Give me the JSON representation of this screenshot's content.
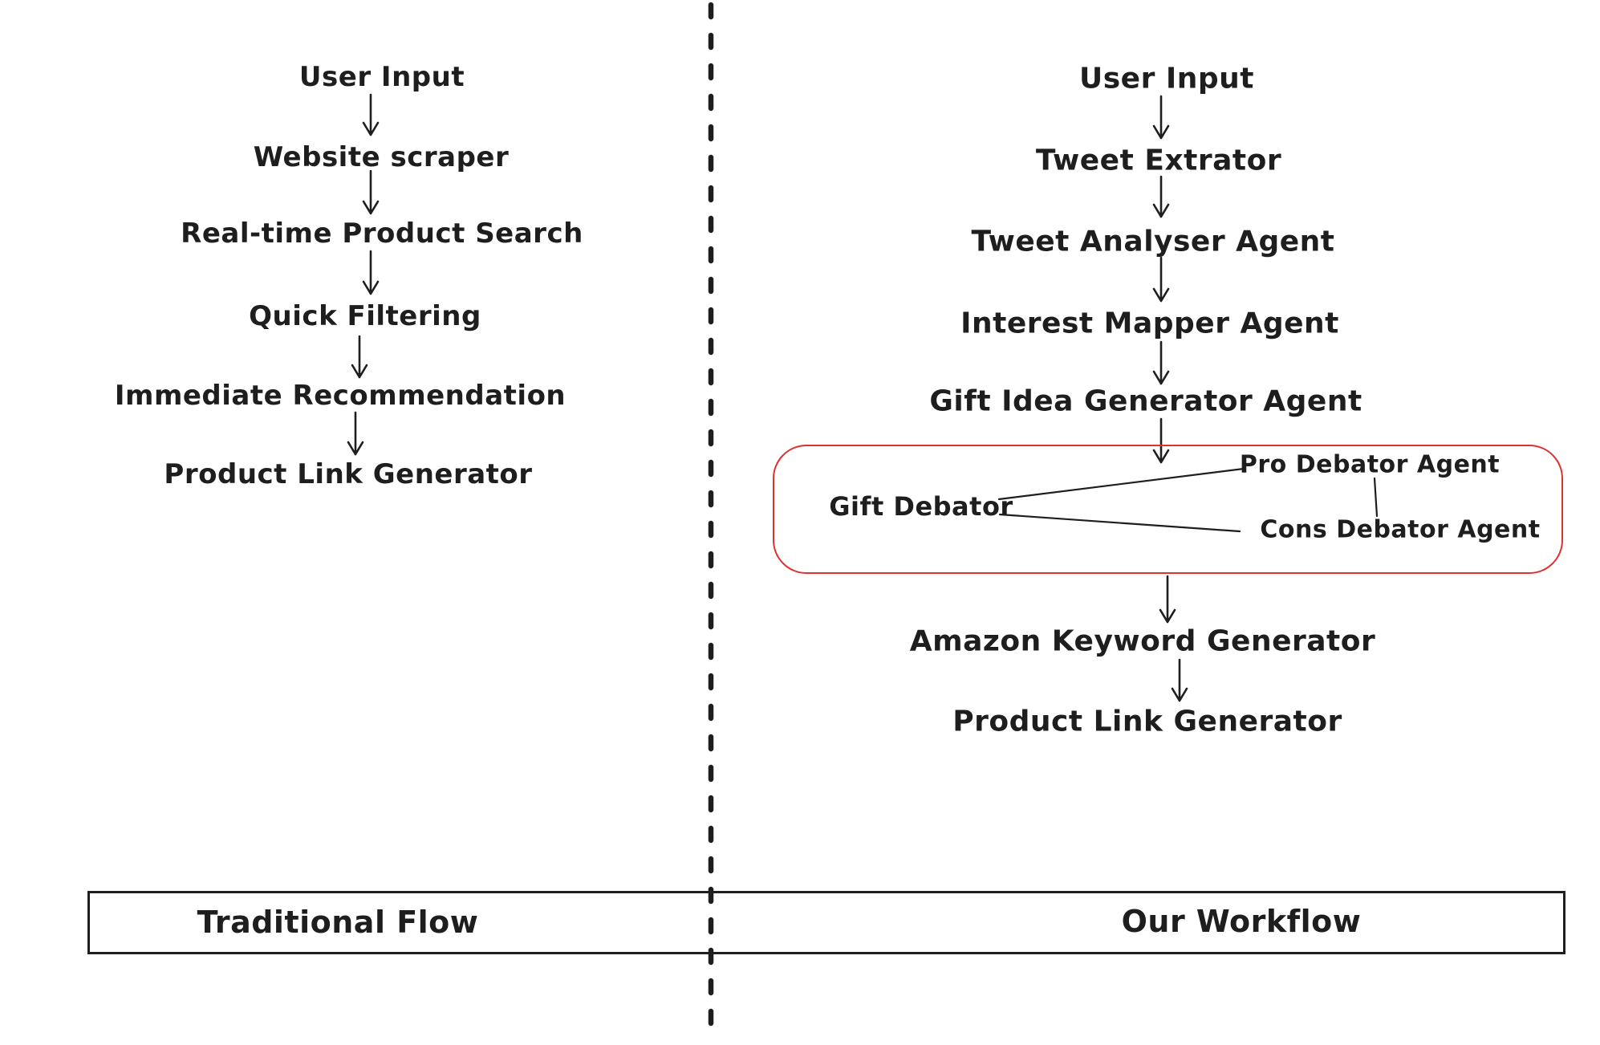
{
  "page": {
    "background_color": "#ffffff",
    "ink_color": "#1e1e1e",
    "highlight_color": "#e03131"
  },
  "left_flow": {
    "nodes": [
      "User Input",
      "Website scraper",
      "Real-time Product Search",
      "Quick Filtering",
      "Immediate Recommendation",
      "Product Link Generator"
    ]
  },
  "right_flow": {
    "nodes": [
      "User Input",
      "Tweet Extrator",
      "Tweet Analyser Agent",
      "Interest Mapper Agent",
      "Gift Idea Generator Agent"
    ],
    "debate": {
      "hub": "Gift Debator",
      "pro": "Pro Debator Agent",
      "cons": "Cons Debator Agent"
    },
    "post_nodes": [
      "Amazon Keyword Generator",
      "Product Link Generator"
    ]
  },
  "footer": {
    "left_label": "Traditional Flow",
    "right_label": "Our Workflow"
  }
}
